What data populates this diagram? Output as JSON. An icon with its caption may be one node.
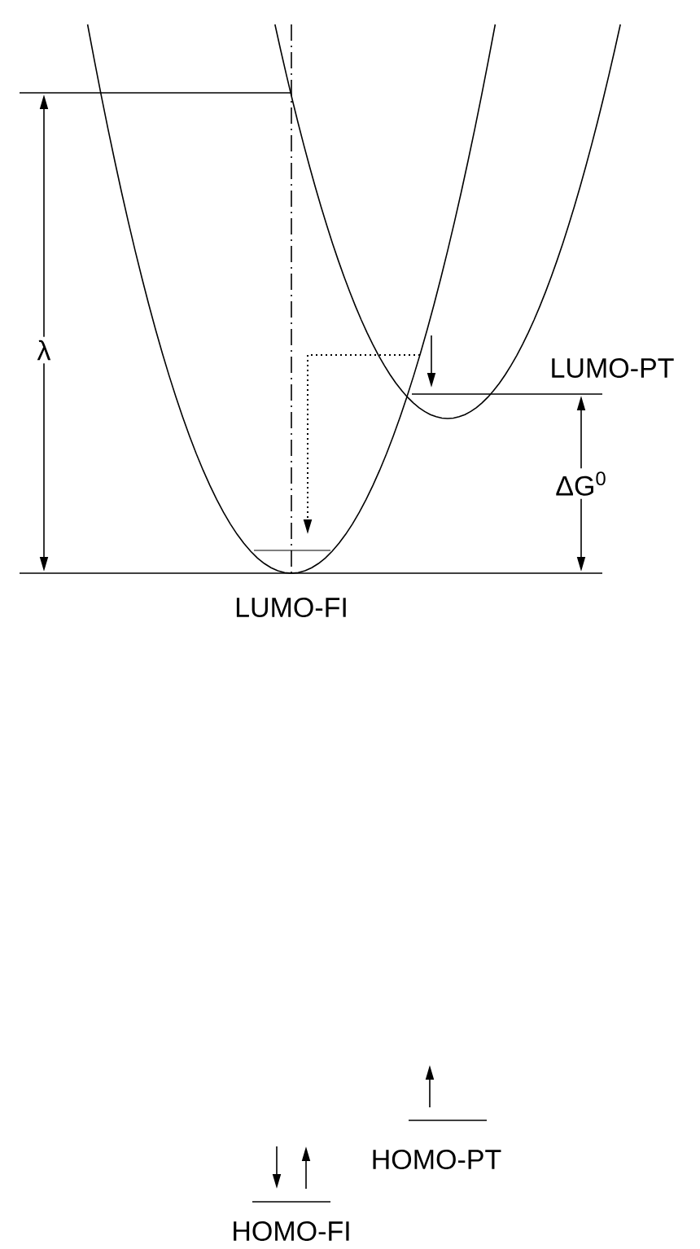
{
  "diagram": {
    "nodes": [
      {
        "text": [
          "LUMO-PT"
        ]
      },
      {
        "text": [
          "LUMO-FI"
        ]
      },
      {
        "text": [
          "HOMO-PT"
        ]
      },
      {
        "text": [
          "HOMO-FI"
        ]
      }
    ],
    "labels": [
      "λ",
      "ΔG$^{0}$"
    ]
  }
}
